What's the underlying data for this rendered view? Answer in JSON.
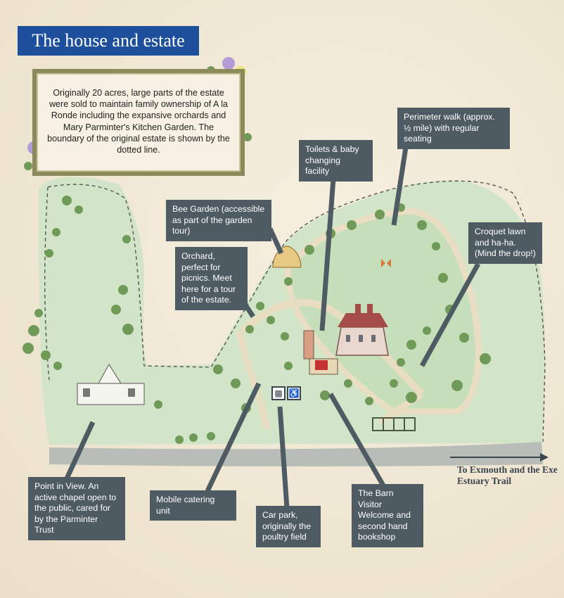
{
  "title": "The house and estate",
  "intro_text": "Originally 20 acres, large parts of the estate were sold to maintain family ownership of A la Ronde including the expansive orchards and Mary Parminter's Kitchen Garden. The boundary of the original estate is shown by the dotted line.",
  "callouts": {
    "perimeter": "Perimeter walk (approx. ½ mile) with regular seating",
    "toilets": "Toilets & baby changing facility",
    "bee_garden": "Bee Garden (accessible as part of the garden tour)",
    "orchard": "Orchard, perfect for picnics. Meet here for a tour of the estate.",
    "croquet": "Croquet lawn and ha-ha. (Mind the drop!)",
    "point_in_view": "Point in View. An active chapel open to the public, cared for by the Parminter Trust",
    "catering": "Mobile catering unit",
    "car_park": "Car park, originally the poultry field",
    "barn": "The Barn Visitor Welcome and second hand bookshop"
  },
  "destination": "To Exmouth and the Exe Estuary Trail",
  "icons": [
    "cafe-van-icon",
    "wheelchair-icon"
  ],
  "colors": {
    "title_bg": "#1e4f9c",
    "callout_bg": "#4f5b63",
    "lawn": "#cfe3c6",
    "road": "#b9bdb8"
  }
}
